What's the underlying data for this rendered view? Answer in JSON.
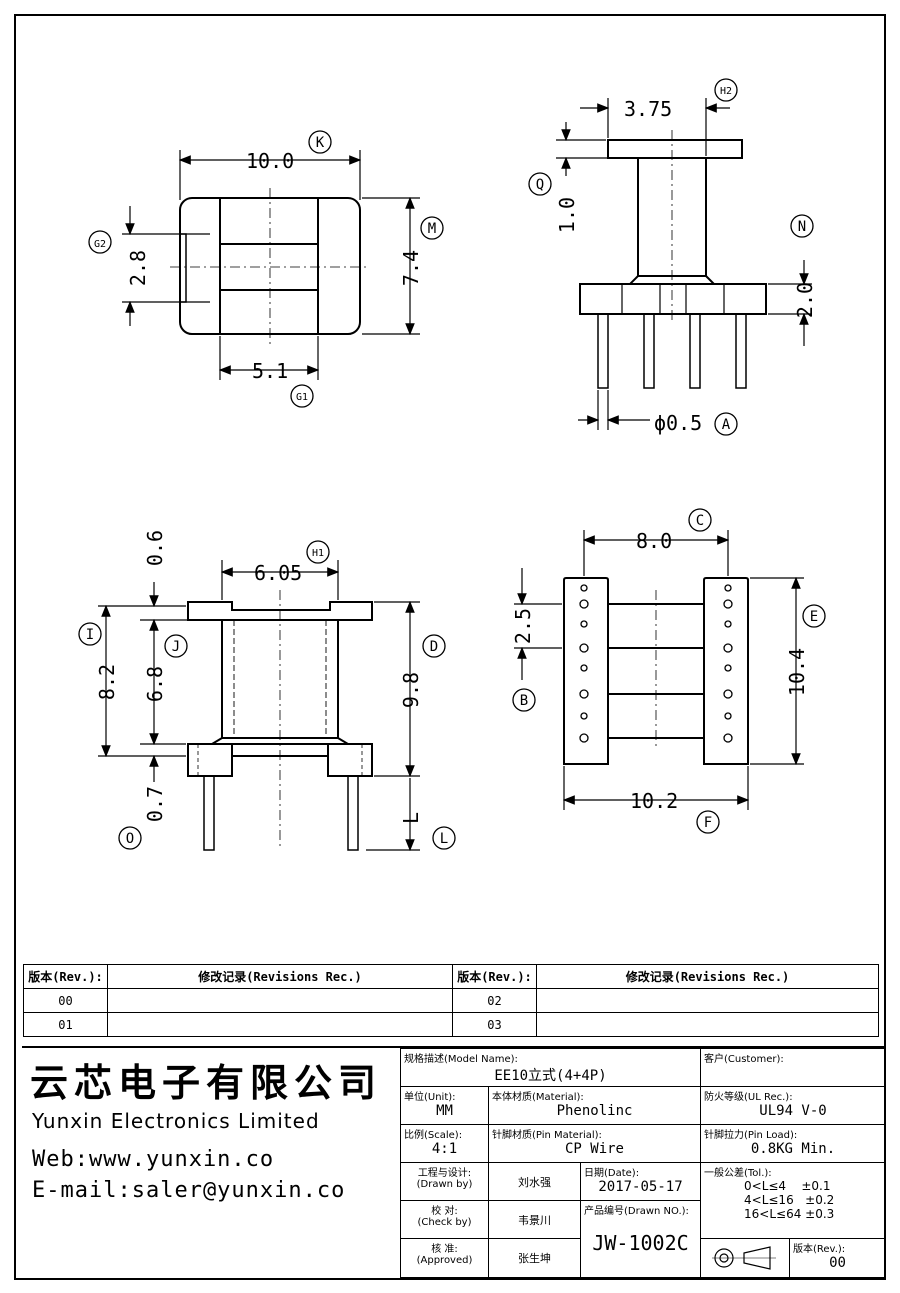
{
  "dims": {
    "k_width": "10.0",
    "g2": "2.8",
    "m_height": "7.4",
    "g1": "5.1",
    "h2": "3.75",
    "q": "1.0",
    "n": "2.0",
    "a_pin": "ϕ0.5",
    "h1": "6.05",
    "j_top": "0.6",
    "i": "8.2",
    "j": "6.8",
    "d": "9.8",
    "o": "0.7",
    "l": "L",
    "c": "8.0",
    "b": "2.5",
    "e": "10.4",
    "f": "10.2"
  },
  "labels": {
    "K": "K",
    "G2": "G2",
    "M": "M",
    "G1": "G1",
    "H2": "H2",
    "Q": "Q",
    "N": "N",
    "A": "A",
    "H1": "H1",
    "I": "I",
    "J": "J",
    "D": "D",
    "O": "O",
    "L": "L",
    "C": "C",
    "E": "E",
    "B": "B",
    "F": "F"
  },
  "revisions": {
    "col_rev": "版本(Rev.):",
    "col_rec": "修改记录(Revisions Rec.)",
    "rows_left": [
      "00",
      "01"
    ],
    "rows_right": [
      "02",
      "03"
    ]
  },
  "company": {
    "name_cn": "云芯电子有限公司",
    "name_en": "Yunxin Electronics Limited",
    "web": "Web:www.yunxin.co",
    "email": "E-mail:saler@yunxin.co"
  },
  "title_block": {
    "model_key": "规格描述(Model Name):",
    "model_val": "EE10立式(4+4P)",
    "customer_key": "客户(Customer):",
    "customer_val": "",
    "unit_key": "单位(Unit):",
    "unit_val": "MM",
    "material_key": "本体材质(Material):",
    "material_val": "Phenolinc",
    "ul_key": "防火等级(UL Rec.):",
    "ul_val": "UL94 V-0",
    "scale_key": "比例(Scale):",
    "scale_val": "4:1",
    "pin_mat_key": "针脚材质(Pin Material):",
    "pin_mat_val": "CP Wire",
    "pin_load_key": "针脚拉力(Pin Load):",
    "pin_load_val": "0.8KG Min.",
    "drawn_key": "工程与设计:",
    "drawn_sub": "(Drawn by)",
    "drawn_val": "刘水强",
    "date_key": "日期(Date):",
    "date_val": "2017-05-17",
    "tol_key": "一般公差(Tol.):",
    "tol_1": "0<L≤4    ±0.1",
    "tol_2": "4<L≤16   ±0.2",
    "tol_3": "16<L≤64 ±0.3",
    "check_key": "校  对:",
    "check_sub": "(Check by)",
    "check_val": "韦景川",
    "drawn_no_key": "产品编号(Drawn NO.):",
    "drawn_no_val": "JW-1002C",
    "approved_key": "核  准:",
    "approved_sub": "(Approved)",
    "approved_val": "张生坤",
    "rev_key": "版本(Rev.):",
    "rev_val": "00"
  }
}
